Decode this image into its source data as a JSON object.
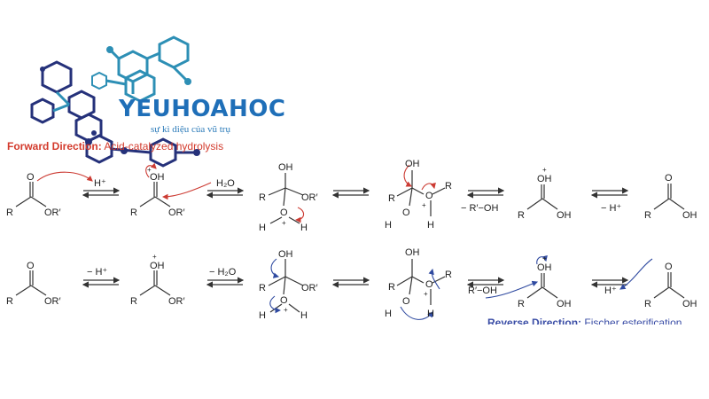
{
  "brand": {
    "name": "YEUHOAHOC",
    "tagline": "sự kì diệu của vũ trụ",
    "color": "#1f6fb8",
    "accent": "#25317a"
  },
  "forward": {
    "title": "Forward Direction",
    "colon": ":",
    "subtitle": "Acid-catalyzed hydrolysis",
    "title_color": "#d33a2c"
  },
  "reverse": {
    "title": "Reverse Direction",
    "colon": ":",
    "subtitle": "Fischer esterification",
    "title_color": "#3a4da6"
  },
  "atoms": {
    "R": "R",
    "O": "O",
    "OH": "OH",
    "OR": "OR′",
    "H": "H",
    "plus": "+"
  },
  "top_row": {
    "step1_label": "H⁺",
    "step2_label": "H₂O",
    "step4_label": "− R′−OH",
    "step5_label": "− H⁺"
  },
  "bottom_row": {
    "step1_label": "− H⁺",
    "step2_label": "− H₂O",
    "step4_label": "R′−OH",
    "step5_label": "H⁺"
  },
  "colors": {
    "arrow_red": "#cc3b33",
    "arrow_blue": "#2f4aa0",
    "bond": "#333333"
  }
}
